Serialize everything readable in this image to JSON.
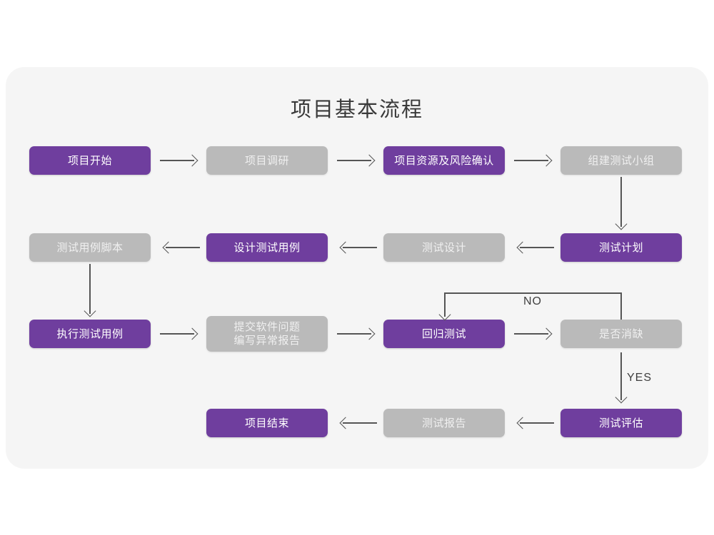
{
  "diagram": {
    "title": "项目基本流程",
    "colors": {
      "purple": "#6f3e9e",
      "gray": "#bababa",
      "card": "#f5f5f5",
      "line": "#555555"
    },
    "nodes": [
      {
        "id": "n1",
        "label": "项目开始",
        "style": "purple",
        "row": 1,
        "col": 1
      },
      {
        "id": "n2",
        "label": "项目调研",
        "style": "gray",
        "row": 1,
        "col": 2
      },
      {
        "id": "n3",
        "label": "项目资源及风险确认",
        "style": "purple",
        "row": 1,
        "col": 3
      },
      {
        "id": "n4",
        "label": "组建测试小组",
        "style": "gray",
        "row": 1,
        "col": 4
      },
      {
        "id": "n5",
        "label": "测试计划",
        "style": "purple",
        "row": 2,
        "col": 4
      },
      {
        "id": "n6",
        "label": "测试设计",
        "style": "gray",
        "row": 2,
        "col": 3
      },
      {
        "id": "n7",
        "label": "设计测试用例",
        "style": "purple",
        "row": 2,
        "col": 2
      },
      {
        "id": "n8",
        "label": "测试用例脚本",
        "style": "gray",
        "row": 2,
        "col": 1
      },
      {
        "id": "n9",
        "label": "执行测试用例",
        "style": "purple",
        "row": 3,
        "col": 1
      },
      {
        "id": "n10",
        "label": "提交软件问题",
        "label2": "编写异常报告",
        "style": "gray",
        "row": 3,
        "col": 2
      },
      {
        "id": "n11",
        "label": "回归测试",
        "style": "purple",
        "row": 3,
        "col": 3
      },
      {
        "id": "n12",
        "label": "是否消缺",
        "style": "gray",
        "row": 3,
        "col": 4
      },
      {
        "id": "n13",
        "label": "测试评估",
        "style": "purple",
        "row": 4,
        "col": 4
      },
      {
        "id": "n14",
        "label": "测试报告",
        "style": "gray",
        "row": 4,
        "col": 3
      },
      {
        "id": "n15",
        "label": "项目结束",
        "style": "purple",
        "row": 4,
        "col": 2
      }
    ],
    "edge_labels": {
      "no": "NO",
      "yes": "YES"
    }
  }
}
